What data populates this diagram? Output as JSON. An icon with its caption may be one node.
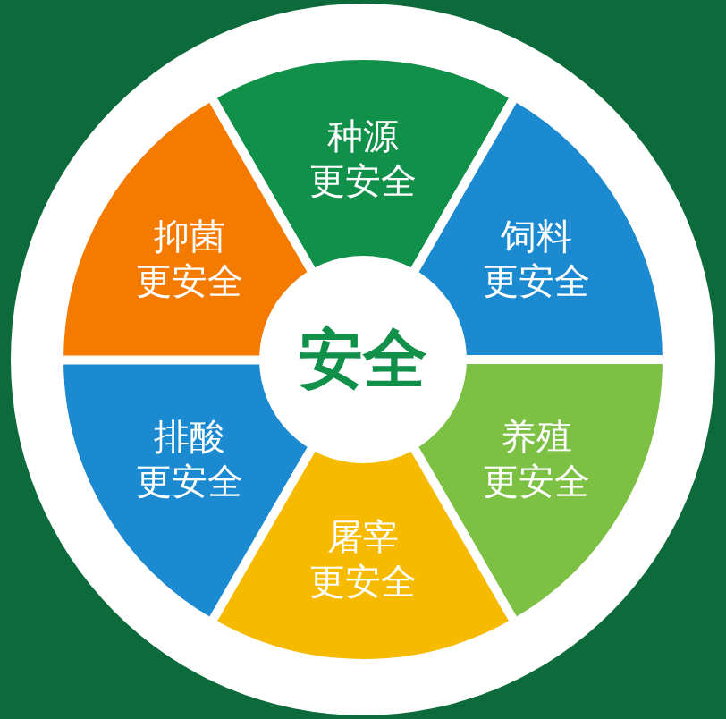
{
  "diagram": {
    "nodes": [
      {
        "text": [
          "安全"
        ]
      },
      {
        "text": [
          "种源更安全"
        ]
      },
      {
        "text": [
          "饲料更安全"
        ]
      },
      {
        "text": [
          "养殖更安全"
        ]
      },
      {
        "text": [
          "屠宰更安全"
        ]
      },
      {
        "text": [
          "排酸更安全"
        ]
      },
      {
        "text": [
          "抑菌更安全"
        ]
      }
    ]
  }
}
